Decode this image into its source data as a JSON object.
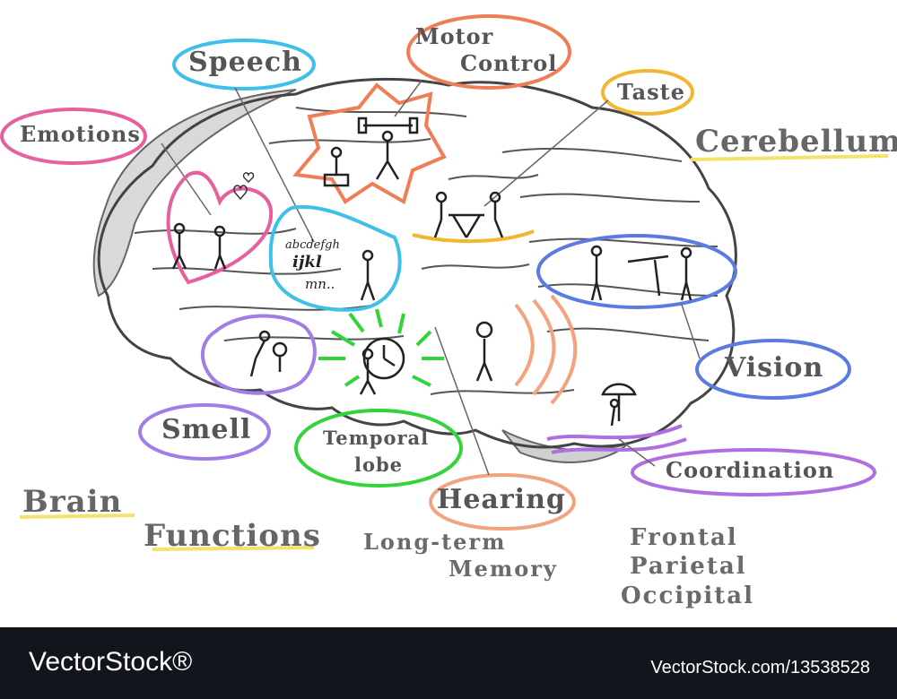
{
  "labels": {
    "speech": "Speech",
    "motor_1": "Motor",
    "motor_2": "Control",
    "taste": "Taste",
    "cerebellum": "Cerebellum",
    "emotions": "Emotions",
    "vision": "Vision",
    "smell": "Smell",
    "temporal_1": "Temporal",
    "temporal_2": "lobe",
    "hearing": "Hearing",
    "coordination": "Coordination",
    "long_term_1": "Long-term",
    "long_term_2": "Memory",
    "lobes_1": "Frontal",
    "lobes_2": "Parietal",
    "lobes_3": "Occipital"
  },
  "title": {
    "line1": "Brain",
    "line2": "Functions"
  },
  "sketch_text": {
    "letters_1": "abcdefgh",
    "letters_2": "ijkl",
    "letters_3": "mn.."
  },
  "footer": {
    "brand": "VectorStock®",
    "code": "VectorStock.com/13538528"
  },
  "colors": {
    "speech": "#3fc0e8",
    "motor": "#f07d55",
    "taste": "#f3b632",
    "cerebellum": "#f3e36a",
    "emotions": "#e8609b",
    "vision": "#5b7be0",
    "smell": "#a07ee6",
    "temporal": "#33d43a",
    "hearing": "#f3a37e",
    "coordination": "#b06fe0",
    "footer_bg": "#12151c"
  }
}
